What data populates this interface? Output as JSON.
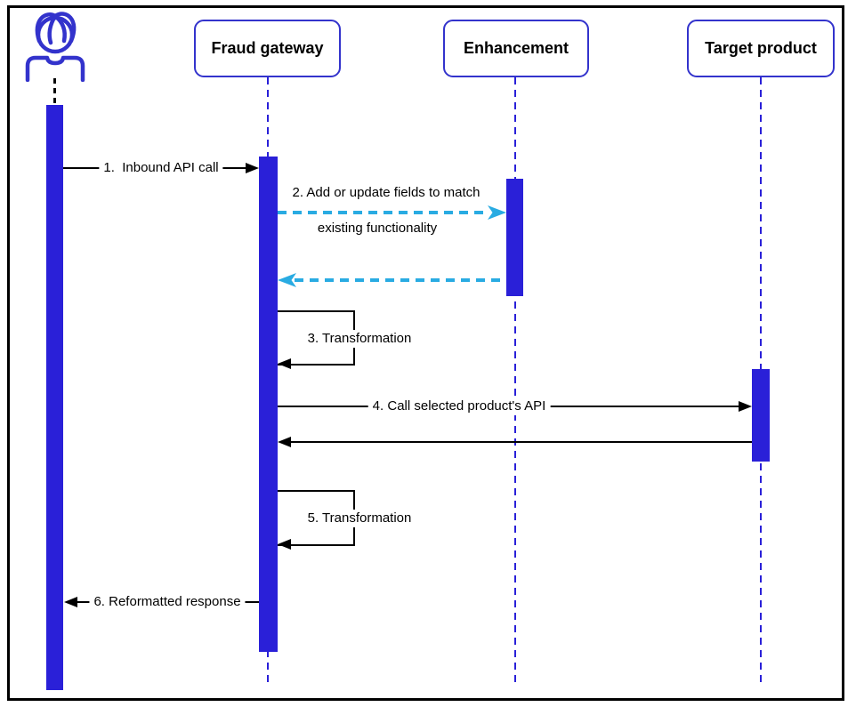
{
  "participants": {
    "user": {
      "icon": "person-icon"
    },
    "fraud_gateway": {
      "label": "Fraud gateway"
    },
    "enhancement": {
      "label": "Enhancement"
    },
    "target_product": {
      "label": "Target product"
    }
  },
  "messages": {
    "m1": {
      "label": "1.  Inbound API call",
      "from": "user",
      "to": "fraud_gateway",
      "style": "solid"
    },
    "m2": {
      "label_line1": "2. Add or update fields to match",
      "label_line2": "existing functionality",
      "from": "fraud_gateway",
      "to": "enhancement",
      "style": "dashed"
    },
    "m2_return": {
      "label": "",
      "from": "enhancement",
      "to": "fraud_gateway",
      "style": "dashed"
    },
    "m3": {
      "label": "3. Transformation",
      "from": "fraud_gateway",
      "to": "fraud_gateway",
      "style": "self-loop"
    },
    "m4": {
      "label": "4. Call selected product's API",
      "from": "fraud_gateway",
      "to": "target_product",
      "style": "solid"
    },
    "m4_return": {
      "label": "",
      "from": "target_product",
      "to": "fraud_gateway",
      "style": "solid"
    },
    "m5": {
      "label": "5. Transformation",
      "from": "fraud_gateway",
      "to": "fraud_gateway",
      "style": "self-loop"
    },
    "m6": {
      "label": "6. Reformatted response",
      "from": "fraud_gateway",
      "to": "user",
      "style": "solid"
    }
  },
  "colors": {
    "activation": "#2a20d8",
    "lifeline": "#2a20d8",
    "box_border": "#3333cc",
    "actor_icon": "#3333cc",
    "message_arrow": "#000000",
    "enhancement_arrow": "#29abe2"
  }
}
